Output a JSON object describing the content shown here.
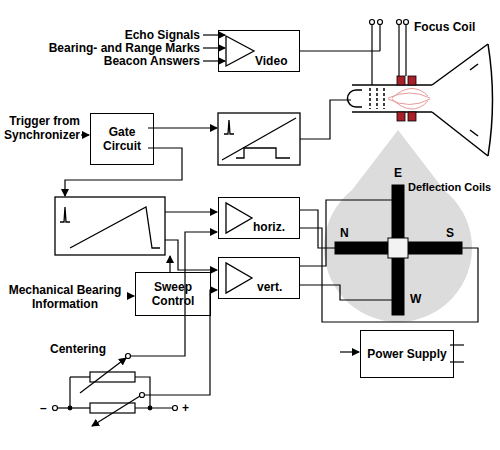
{
  "diagram": {
    "nodes": [
      {
        "text": [
          "Video"
        ]
      },
      {
        "text": [
          "Gate Circuit"
        ]
      },
      {
        "text": [
          "horiz."
        ]
      },
      {
        "text": [
          "vert."
        ]
      },
      {
        "text": [
          "Sweep Control"
        ]
      },
      {
        "text": [
          "Power Supply"
        ]
      }
    ],
    "labels": [
      "Echo Signals",
      "Bearing- and Range Marks",
      "Beacon Answers",
      "Focus Coil",
      "Trigger from Synchronizer",
      "Deflection Coils",
      "E",
      "N",
      "S",
      "W",
      "Mechanical Bearing Information",
      "Centering",
      "–",
      "+"
    ]
  }
}
